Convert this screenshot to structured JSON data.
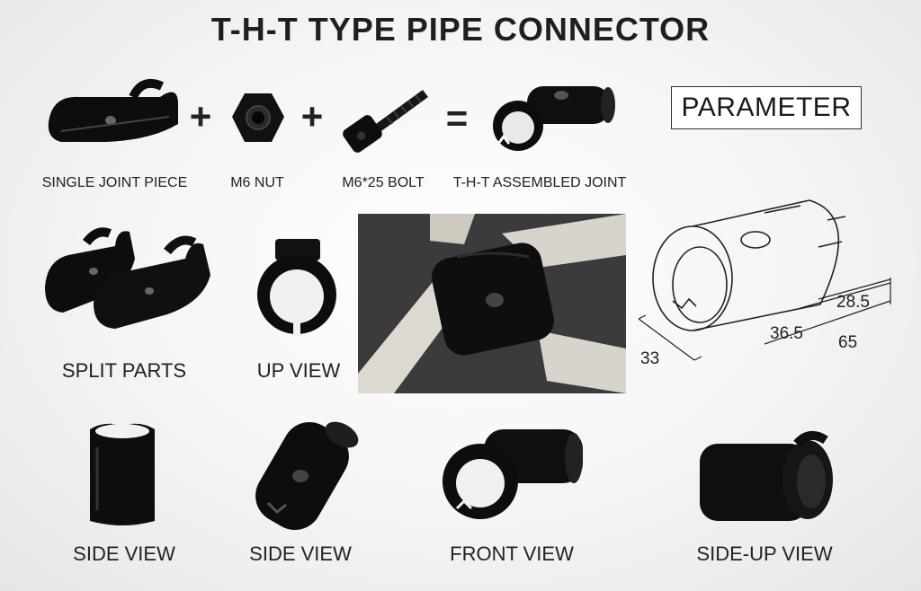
{
  "title": "T-H-T TYPE PIPE CONNECTOR",
  "parameter_label": "PARAMETER",
  "operators": {
    "plus": "+",
    "equals": "="
  },
  "row1": [
    {
      "caption": "SINGLE JOINT PIECE"
    },
    {
      "caption": "M6 NUT"
    },
    {
      "caption": "M6*25 BOLT"
    },
    {
      "caption": "T-H-T ASSEMBLED JOINT"
    }
  ],
  "row2": [
    {
      "caption": "SPLIT PARTS"
    },
    {
      "caption": "UP VIEW"
    }
  ],
  "row3": [
    {
      "caption": "SIDE VIEW"
    },
    {
      "caption": "SIDE VIEW"
    },
    {
      "caption": "FRONT VIEW"
    },
    {
      "caption": "SIDE-UP VIEW"
    }
  ],
  "dimensions": {
    "d1": "28.5",
    "d2": "36.5",
    "d3": "65",
    "d4": "33"
  },
  "colors": {
    "part": "#0d0d0d",
    "pipe": "#d8d4cc",
    "background": "#f2f2f2"
  }
}
